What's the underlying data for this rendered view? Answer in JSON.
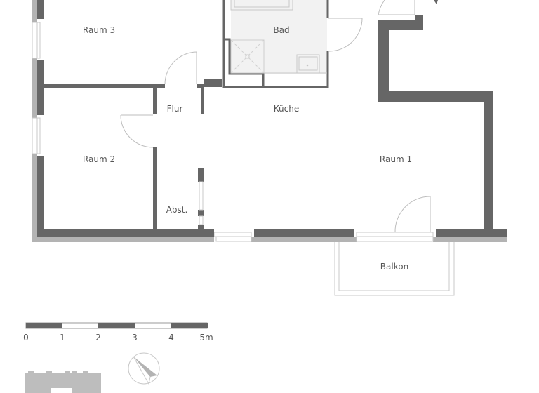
{
  "colors": {
    "wall": "#666666",
    "outer_wall": "#b3b3b3",
    "bath_floor": "#f2f2f2",
    "line": "#c8c8c8",
    "text": "#555555"
  },
  "rooms": [
    {
      "id": "raum3",
      "label": "Raum 3"
    },
    {
      "id": "bad",
      "label": "Bad"
    },
    {
      "id": "flur",
      "label": "Flur"
    },
    {
      "id": "kueche",
      "label": "Küche"
    },
    {
      "id": "raum2",
      "label": "Raum 2"
    },
    {
      "id": "raum1",
      "label": "Raum 1"
    },
    {
      "id": "abst",
      "label": "Abst."
    },
    {
      "id": "balkon",
      "label": "Balkon"
    }
  ],
  "scale_bar": {
    "ticks": [
      "0",
      "1",
      "2",
      "3",
      "4",
      "5m"
    ]
  },
  "compass": {
    "icon": "north-arrow-icon"
  },
  "site_plan": {
    "icon": "building-footprint-icon"
  }
}
